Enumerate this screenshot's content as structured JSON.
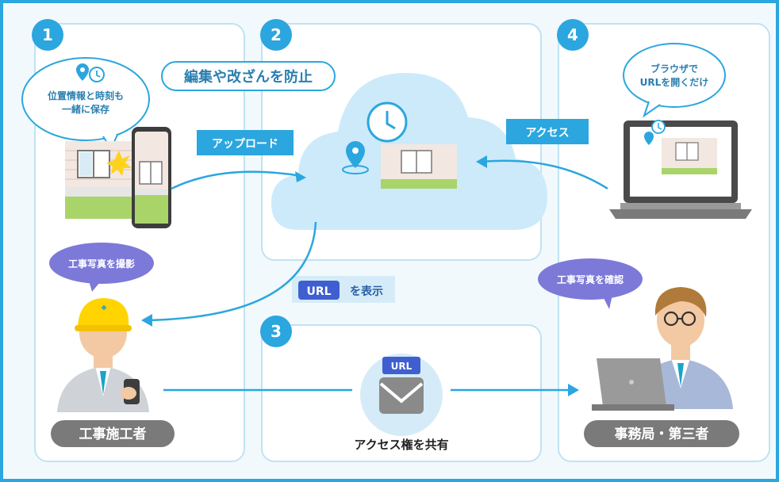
{
  "colors": {
    "frame_border": "#2ba6df",
    "background": "#f2f9fc",
    "panel_border": "#bfe3f3",
    "step_badge": "#2ba6df",
    "tag": "#2ba6df",
    "bubble_purple": "#7d79d8",
    "role_label": "#7a7a7a",
    "cloud": "#cdeafa",
    "arrow": "#2ba6df",
    "sun": "#ffd21e",
    "helmet": "#ffd400",
    "tie": "#1aa3c9",
    "mail_circle": "#d5ecf8",
    "mail_body": "#8a8a8a",
    "url_badge": "#3f5fd1"
  },
  "steps": [
    {
      "number": "1"
    },
    {
      "number": "2"
    },
    {
      "number": "3"
    },
    {
      "number": "4"
    }
  ],
  "panel1": {
    "speech_bubble": {
      "line1": "位置情報と時刻も",
      "line2": "一緒に保存"
    },
    "icons": [
      "location-pin-icon",
      "clock-icon"
    ],
    "action_bubble": "工事写真を撮影",
    "role": "工事施工者"
  },
  "panel2": {
    "header_pill": "編集や改ざんを防止",
    "upload_tag": "アップロード",
    "cloud_icons": [
      "clock-icon",
      "location-pin-icon",
      "window-photo-icon"
    ]
  },
  "url_display": {
    "badge": "URL",
    "text": "を表示"
  },
  "panel3": {
    "mail_badge": "URL",
    "caption": "アクセス権を共有"
  },
  "panel4": {
    "speech_bubble": {
      "line1": "ブラウザで",
      "line2": "URLを開くだけ"
    },
    "access_tag": "アクセス",
    "action_bubble": "工事写真を確認",
    "role": "事務局・第三者"
  }
}
